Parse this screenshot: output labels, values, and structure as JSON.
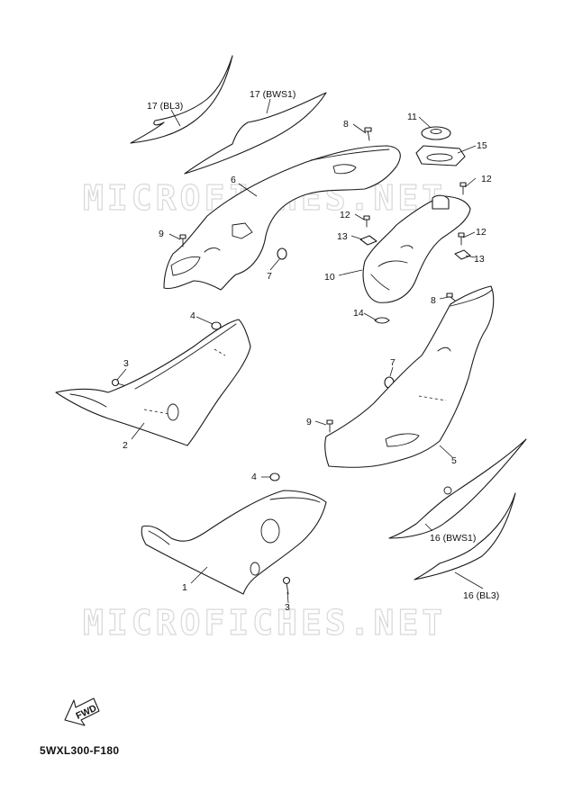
{
  "watermark": "MICROFICHES.NET",
  "diagram_code": "5WXL300-F180",
  "fwd_label": "FWD",
  "callouts": {
    "c1": "1",
    "c2": "2",
    "c3a": "3",
    "c3b": "3",
    "c4a": "4",
    "c4b": "4",
    "c5": "5",
    "c6": "6",
    "c7a": "7",
    "c7b": "7",
    "c8a": "8",
    "c8b": "8",
    "c9a": "9",
    "c9b": "9",
    "c10": "10",
    "c11": "11",
    "c12a": "12",
    "c12b": "12",
    "c12c": "12",
    "c13a": "13",
    "c13b": "13",
    "c14": "14",
    "c15": "15",
    "c16a": "16 (BWS1)",
    "c16b": "16 (BL3)",
    "c17a": "17 (BL3)",
    "c17b": "17 (BWS1)"
  }
}
